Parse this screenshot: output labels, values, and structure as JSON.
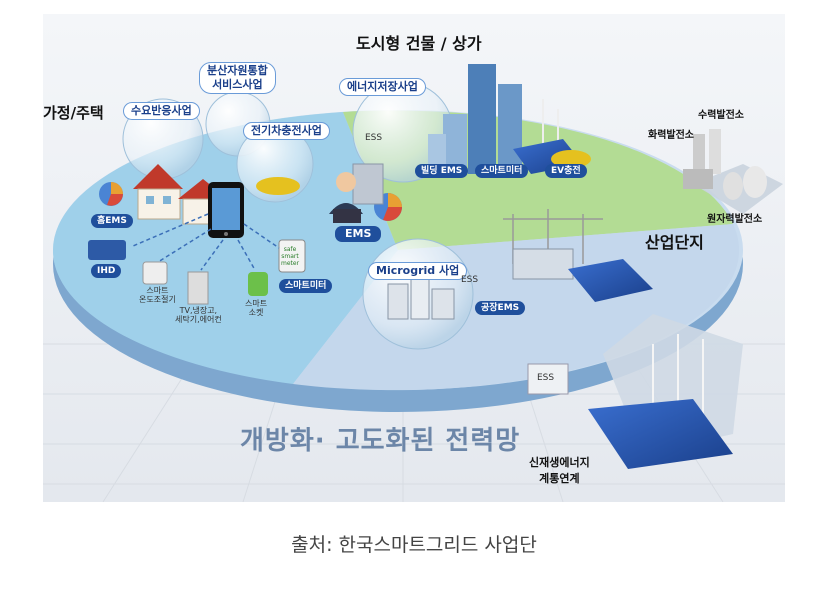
{
  "regions": {
    "urban": "도시형 건물 / 상가",
    "home": "가정/주택",
    "industrial": "산업단지"
  },
  "services": {
    "demand_response": "수요반응사업",
    "distributed_resource_line1": "분산자원통합",
    "distributed_resource_line2": "서비스사업",
    "ev_charging": "전기차충전사업",
    "energy_storage": "에너지저장사업",
    "microgrid": "Microgrid 사업"
  },
  "nodes": {
    "ems": "EMS",
    "home_ems": "홈EMS",
    "ihd": "IHD",
    "smart_thermostat_line1": "스마트",
    "smart_thermostat_line2": "온도조절기",
    "appliance_line1": "TV,냉장고,",
    "appliance_line2": "세탁기,에어컨",
    "smart_socket_line1": "스마트",
    "smart_socket_line2": "소켓",
    "smart_meter_home": "스마트미터",
    "building_ems": "빌딩 EMS",
    "smart_meter_building": "스마트미터",
    "ev_charge": "EV충전",
    "factory_ems": "공장EMS",
    "ess_storage": "ESS",
    "ess_micro": "ESS",
    "ess_renew": "ESS",
    "meter_face_line1": "safe",
    "meter_face_line2": "smart",
    "meter_face_line3": "meter"
  },
  "plants": {
    "hydro": "수력발전소",
    "thermal": "화력발전소",
    "nuclear": "원자력발전소",
    "renewable_line1": "신재생에너지",
    "renewable_line2": "계통연계"
  },
  "network_label": "개방화· 고도화된 전력망",
  "caption": "출처: 한국스마트그리드 사업단",
  "colors": {
    "home_zone": "#8ecae6",
    "urban_zone": "#a8d88a",
    "industrial_zone": "#b9cde6",
    "accent_blue": "#1f4f9c"
  }
}
